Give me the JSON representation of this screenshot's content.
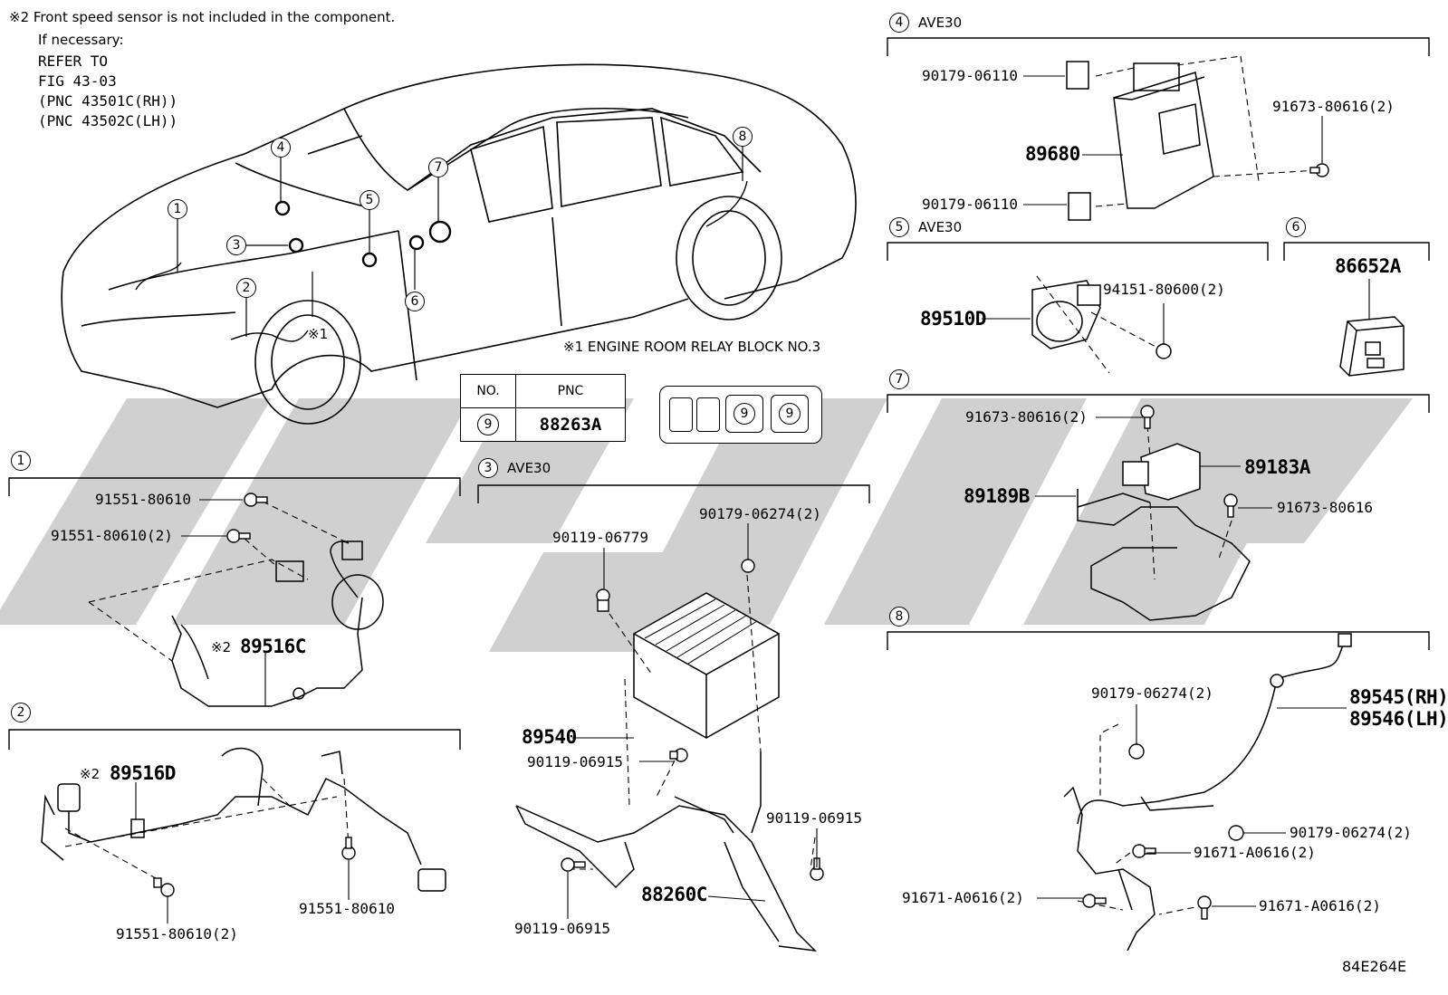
{
  "note2": {
    "line1": "※2 Front speed sensor is not included in the component.",
    "line2": "If necessary:",
    "line3": "REFER TO",
    "line4": "FIG 43-03",
    "line5": "(PNC 43501C(RH))",
    "line6": "(PNC 43502C(LH))"
  },
  "note1": "※1 ENGINE ROOM RELAY BLOCK NO.3",
  "note1_marker": "※1",
  "car_callouts": [
    "1",
    "2",
    "3",
    "4",
    "5",
    "6",
    "7",
    "8"
  ],
  "relay_table": {
    "header_no": "NO.",
    "header_pnc": "PNC",
    "row_no": "9",
    "row_pnc": "88263A",
    "block_slots": [
      "",
      "",
      "9",
      "9"
    ]
  },
  "sections": [
    {
      "num": "1",
      "title": ""
    },
    {
      "num": "2",
      "title": ""
    },
    {
      "num": "3",
      "title": "AVE30"
    },
    {
      "num": "4",
      "title": "AVE30"
    },
    {
      "num": "5",
      "title": "AVE30"
    },
    {
      "num": "6",
      "title": ""
    },
    {
      "num": "7",
      "title": ""
    },
    {
      "num": "8",
      "title": ""
    }
  ],
  "parts": {
    "s1": {
      "bolt_a": "91551-80610",
      "bolt_b": "91551-80610(2)",
      "sensor": "89516C",
      "sensor_mark": "※2"
    },
    "s2": {
      "sensor": "89516D",
      "sensor_mark": "※2",
      "bolt_a": "91551-80610",
      "bolt_b": "91551-80610(2)"
    },
    "s3": {
      "bolt_a": "90119-06779",
      "nut_a": "90179-06274(2)",
      "ecu": "89540",
      "bolt_b": "90119-06915",
      "bolt_c": "90119-06915",
      "bolt_d": "90119-06915",
      "bracket": "88260C"
    },
    "s4": {
      "nut_a": "90179-06110",
      "nut_b": "90179-06110",
      "ecu": "89680",
      "bolt": "91673-80616(2)"
    },
    "s5": {
      "sensor": "89510D",
      "nut": "94151-80600(2)"
    },
    "s6": {
      "part": "86652A"
    },
    "s7": {
      "bolt_a": "91673-80616(2)",
      "sensor": "89183A",
      "bracket": "89189B",
      "bolt_b": "91673-80616"
    },
    "s8": {
      "nut_a": "90179-06274(2)",
      "sensor_rh": "89545(RH)",
      "sensor_lh": "89546(LH)",
      "nut_b": "90179-06274(2)",
      "bolt_a": "91671-A0616(2)",
      "bolt_b": "91671-A0616(2)",
      "bolt_c": "91671-A0616(2)"
    }
  },
  "figure_code": "84E264E",
  "watermark_color": "#c8c8c8"
}
